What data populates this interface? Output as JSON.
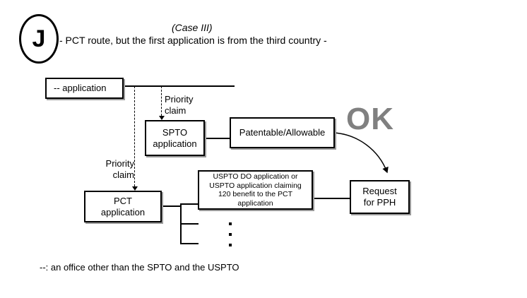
{
  "header": {
    "badge_letter": "J",
    "case_title": "(Case III)",
    "case_subtitle": "- PCT route, but the first application is from the third country -"
  },
  "nodes": {
    "foreign_application": "-- application",
    "spto_application": "SPTO\napplication",
    "patentable": "Patentable/Allowable",
    "pct_application": "PCT\napplication",
    "uspto_do": "USPTO DO application or\nUSPTO application claiming\n120 benefit to the PCT\napplication",
    "request_pph": "Request\nfor PPH"
  },
  "labels": {
    "priority_claim_spto": "Priority\nclaim",
    "priority_claim_pct": "Priority\nclaim",
    "ok_marker": "OK",
    "legend_note": "--: an office other than the SPTO and the USPTO"
  },
  "colors": {
    "ok_marker": "#808080",
    "box_border": "#000000",
    "box_shadow": "#9a9a9a",
    "canvas_background": "#ffffff"
  }
}
